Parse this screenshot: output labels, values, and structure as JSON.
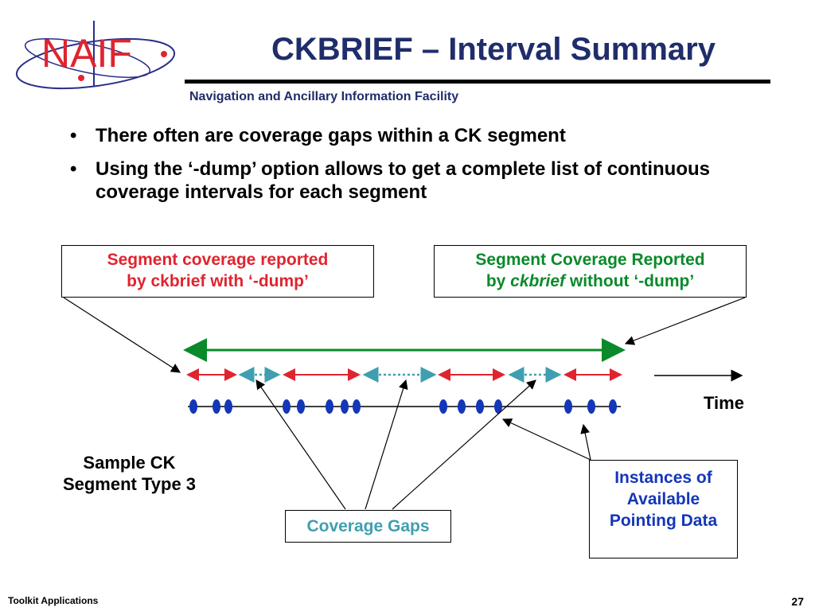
{
  "logo": {
    "text": "NAIF"
  },
  "header": {
    "title": "CKBRIEF – Interval Summary",
    "subtitle": "Navigation and Ancillary Information Facility"
  },
  "bullets": [
    "There often are coverage gaps within a CK segment",
    "Using the ‘-dump’ option allows to get a complete list of continuous coverage intervals for each segment"
  ],
  "bullet_marker": "•",
  "diagram": {
    "box_dump": {
      "line1": "Segment coverage reported",
      "line2": "by ckbrief with ‘-dump’"
    },
    "box_nodump": {
      "line1": "Segment Coverage Reported",
      "line2_prefix": "by ",
      "line2_italic": "ckbrief",
      "line2_suffix": " without ‘-dump’"
    },
    "box_gaps": "Coverage Gaps",
    "box_instances": {
      "line1": "Instances of",
      "line2": "Available",
      "line3": "Pointing Data"
    },
    "time_label": "Time",
    "sample_label": {
      "line1": "Sample CK",
      "line2": "Segment Type 3"
    },
    "colors": {
      "red": "#e0242f",
      "green": "#0a8a2a",
      "teal": "#3f9fb0",
      "blue": "#1436b8",
      "title": "#1f2d6b"
    }
  },
  "footer": {
    "left": "Toolkit Applications",
    "page_number": "27"
  }
}
